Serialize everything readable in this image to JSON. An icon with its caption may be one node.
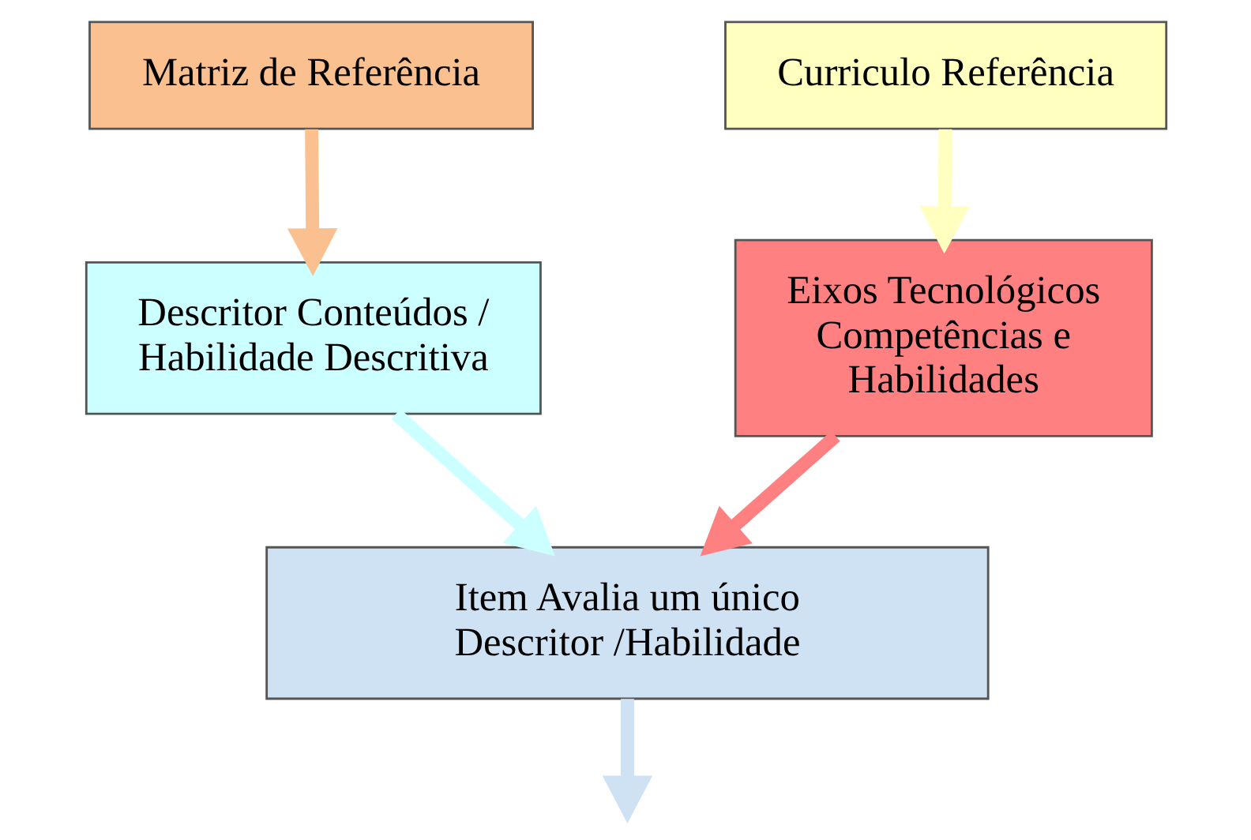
{
  "diagram": {
    "nodes": [
      {
        "text": [
          "Matriz de Referência"
        ]
      },
      {
        "text": [
          "Curriculo Referência"
        ]
      },
      {
        "text": [
          "Descritor Conteúdos / Habilidade Descritiva"
        ]
      },
      {
        "text": [
          "Eixos Tecnológicos Competências e Habilidades"
        ]
      },
      {
        "text": [
          "Item Avalia um único Descritor /Habilidade"
        ]
      }
    ],
    "edges": [
      {
        "from": 0,
        "to": 2,
        "arrow": "to",
        "color": "#fac090"
      },
      {
        "from": 1,
        "to": 3,
        "arrow": "to",
        "color": "#ffffc0"
      },
      {
        "from": 2,
        "to": 4,
        "arrow": "to",
        "color": "#ccffff"
      },
      {
        "from": 3,
        "to": 4,
        "arrow": "to",
        "color": "#ff8080"
      },
      {
        "from": 4,
        "to": null,
        "arrow": "to",
        "color": "#cfe2f3"
      }
    ]
  }
}
